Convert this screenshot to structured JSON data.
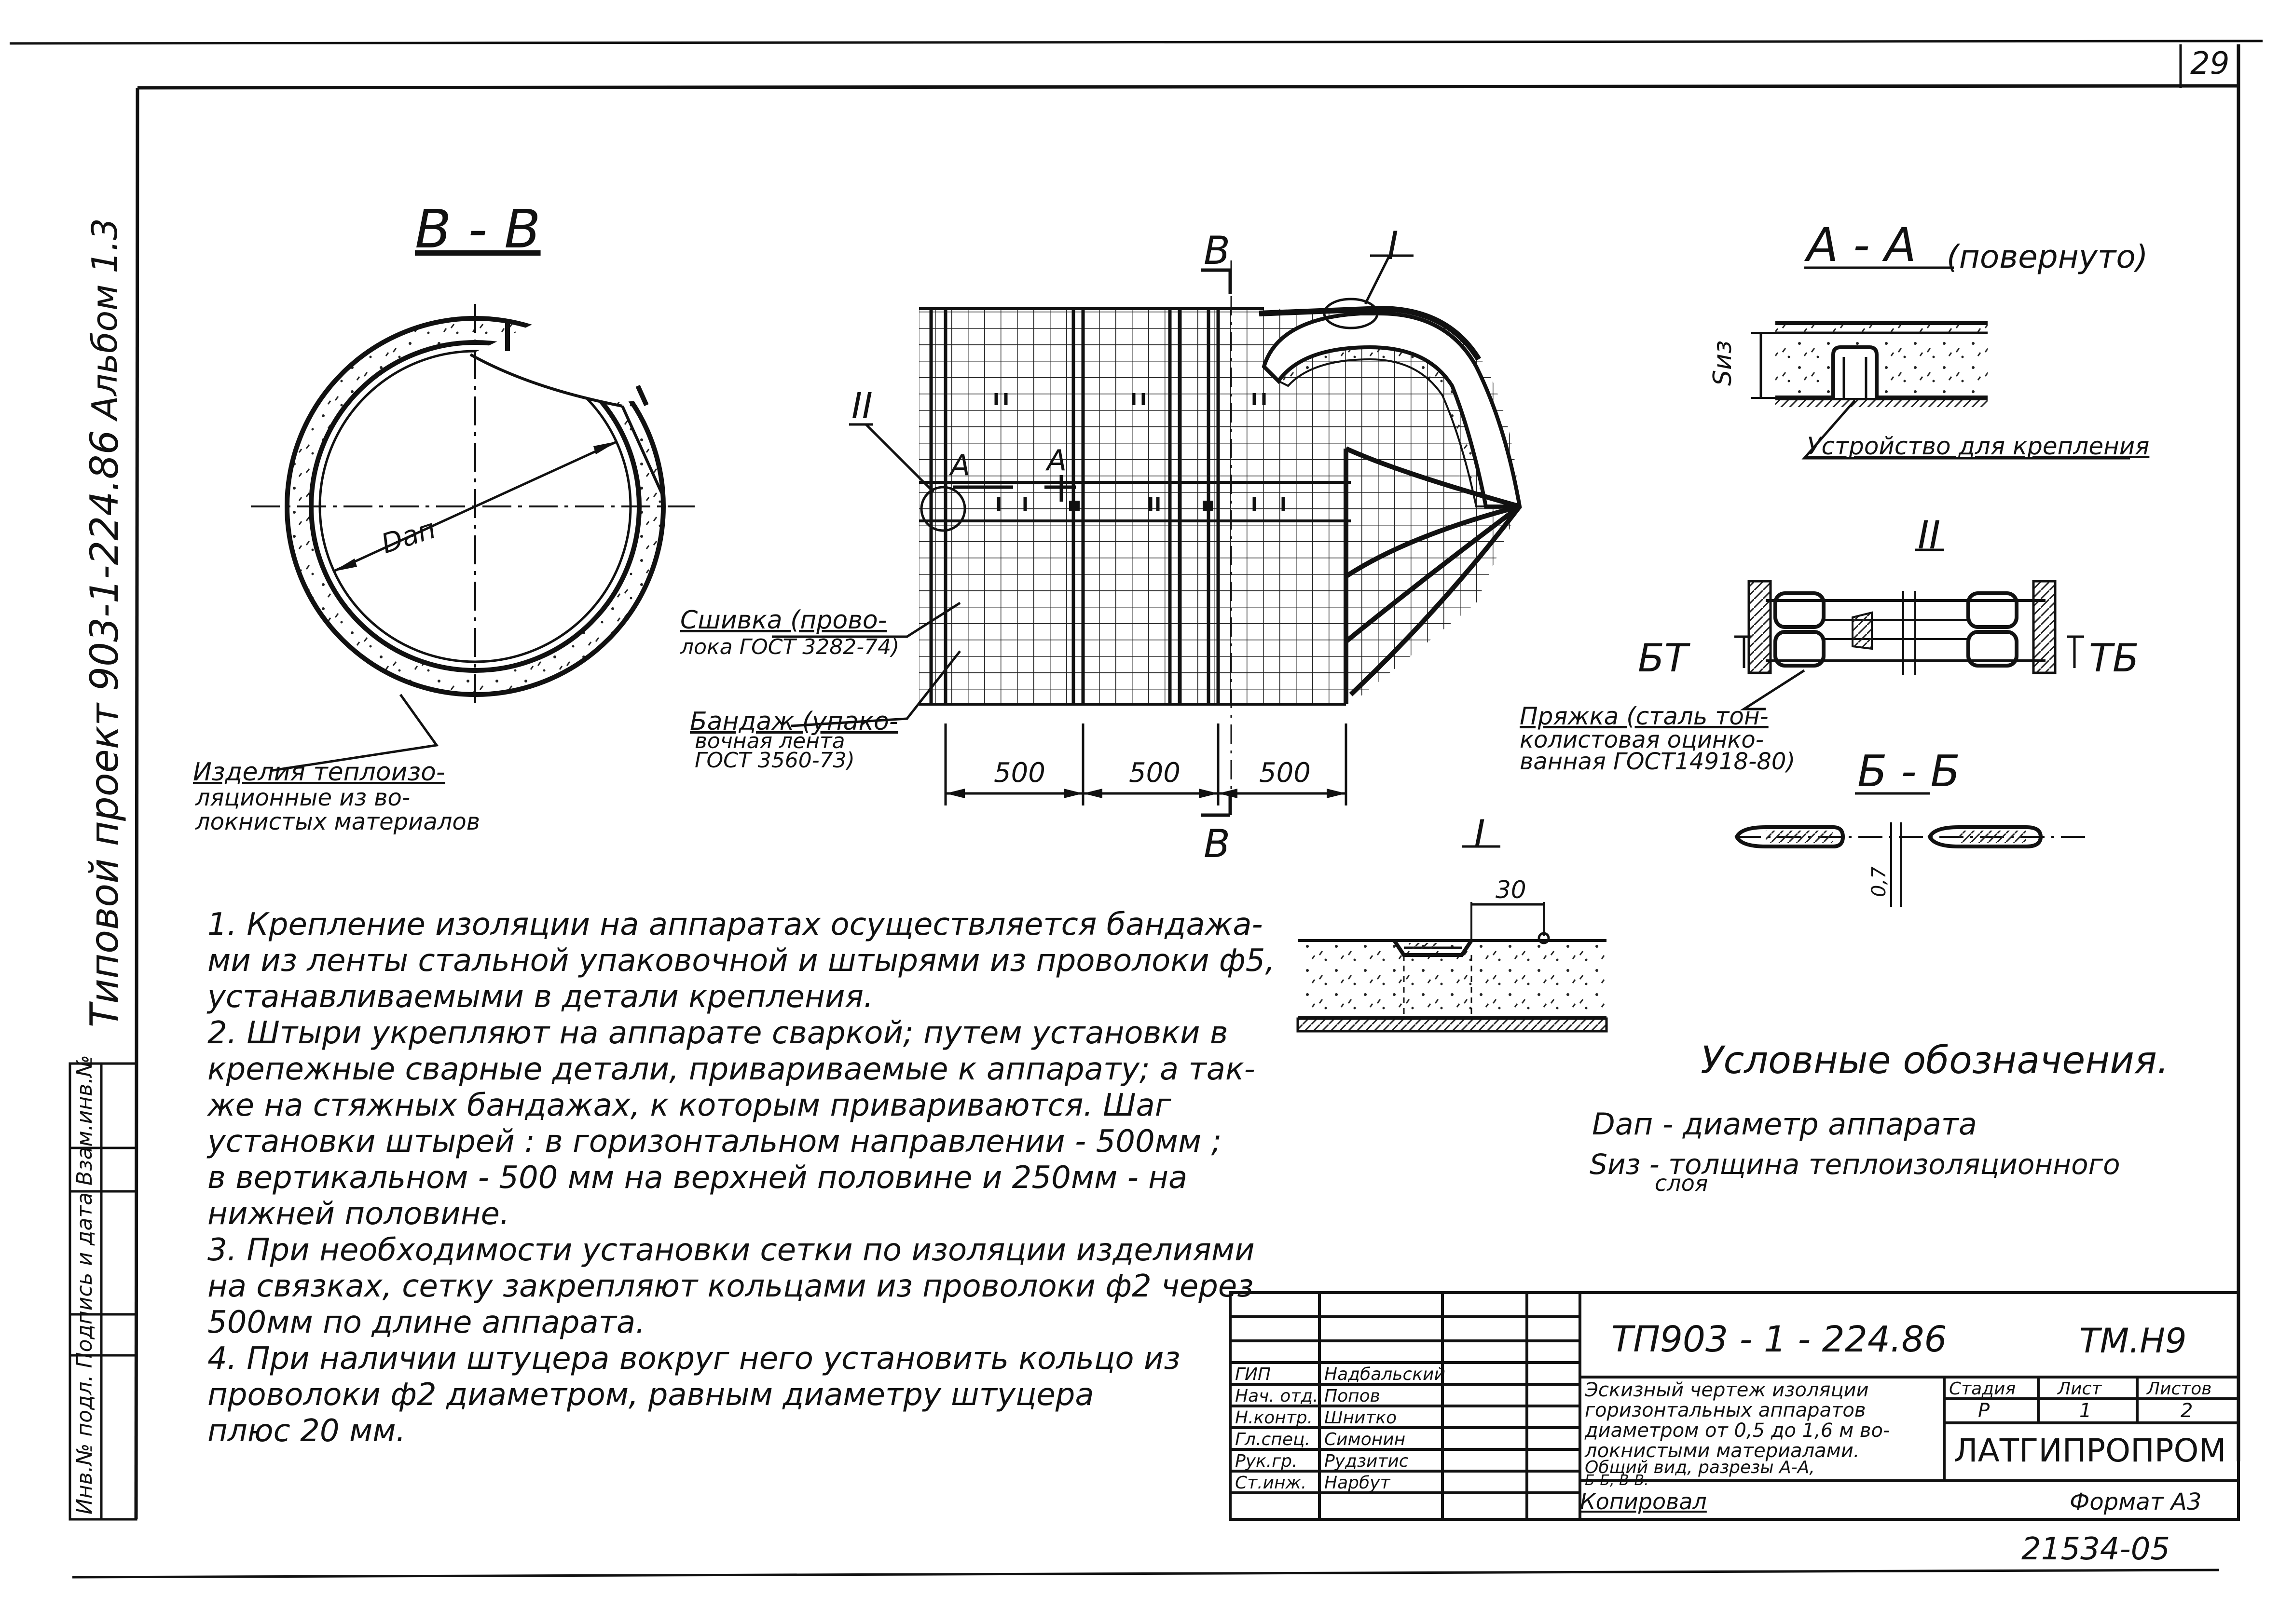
{
  "sheet": {
    "page_number": "29",
    "album": "Альбом 1.3",
    "project": "Типовой проект 903-1-224.86",
    "side_stamp": "Инв.№ подл.  Подпись и дата  Взам.инв.№"
  },
  "views": {
    "section_vv": "В - В",
    "section_aa": "А - А",
    "section_aa_note": "(повернуто)",
    "section_bb": "Б - Б",
    "node_1": "I",
    "node_2": "II",
    "cut_b_top": "В",
    "cut_b_bottom": "В",
    "cut_a_left": "А",
    "cut_a_right": "А",
    "b_left": "БТ",
    "b_right": "ТБ"
  },
  "labels": {
    "d_ap": "Dап",
    "s_iz": "Sиз",
    "dim_500_1": "500",
    "dim_500_2": "500",
    "dim_500_3": "500",
    "dim_30": "30",
    "dim_07": "0,7",
    "fastener": "Устройство для крепления",
    "stitching_1": "Сшивка (прово-",
    "stitching_2": "лока ГОСТ 3282-74)",
    "bandage_1": "Бандаж (упако-",
    "bandage_2": "вочная лента",
    "bandage_3": "ГОСТ 3560-73)",
    "products_1": "Изделия теплоизо-",
    "products_2": "ляционные из во-",
    "products_3": "локнистых материалов",
    "buckle_1": "Пряжка (сталь тон-",
    "buckle_2": "колистовая оцинко-",
    "buckle_3": "ванная ГОСТ14918-80)"
  },
  "notes": [
    "1. Крепление   изоляции на аппаратах осуществляется бандажа-",
    "ми из ленты стальной упаковочной  и штырями из проволоки ф5,",
    "устанавливаемыми  в детали крепления.",
    "2. Штыри укрепляют  на аппарате сваркой; путем установки в",
    "крепежные сварные  детали, привариваемые к аппарату; а так-",
    "же на стяжных  бандажах, к которым  привариваются. Шаг",
    "установки штырей : в горизонтальном   направлении - 500мм ;",
    " в вертикальном - 500 мм  на верхней половине и 250мм - на",
    "нижней  половине.",
    "3. При  необходимости установки  сетки по изоляции изделиями",
    "на связках, сетку закрепляют кольцами  из проволоки ф2 через",
    "500мм  по длине  аппарата.",
    "4. При наличии штуцера вокруг него установить  кольцо из",
    "проволоки  ф2 диаметром, равным  диаметру штуцера",
    "плюс 20 мм."
  ],
  "legend": {
    "title": "Условные обозначения.",
    "line1": "Dап - диаметр аппарата",
    "line2a": "Sиз - толщина теплоизоляционного",
    "line2b": "слоя"
  },
  "title_block": {
    "code": "ТП903 - 1 - 224.86",
    "mark": "ТМ.Н9",
    "description": [
      "Эскизный чертеж изоляции",
      "горизонтальных аппаратов",
      "диаметром от 0,5 до 1,6 м во-",
      "локнистыми материалами.",
      "Общий вид, разрезы А-А,",
      "Б-Б, В-В."
    ],
    "stage_hdr": "Стадия",
    "sheet_hdr": "Лист",
    "sheets_hdr": "Листов",
    "stage": "Р",
    "sheet": "1",
    "sheets": "2",
    "org": "ЛАТГИПРОПРОМ",
    "roles": [
      "ГИП",
      "Нач. отд.",
      "Н.контр.",
      "Гл.спец.",
      "Рук.гр.",
      "Ст.инж."
    ],
    "names": [
      "Надбальский",
      "Попов",
      "Шнитко",
      "Симонин",
      "Рудзитис",
      "Нарбут"
    ],
    "copied": "Копировал",
    "format": "Формат А3",
    "archive_no": "21534-05"
  }
}
